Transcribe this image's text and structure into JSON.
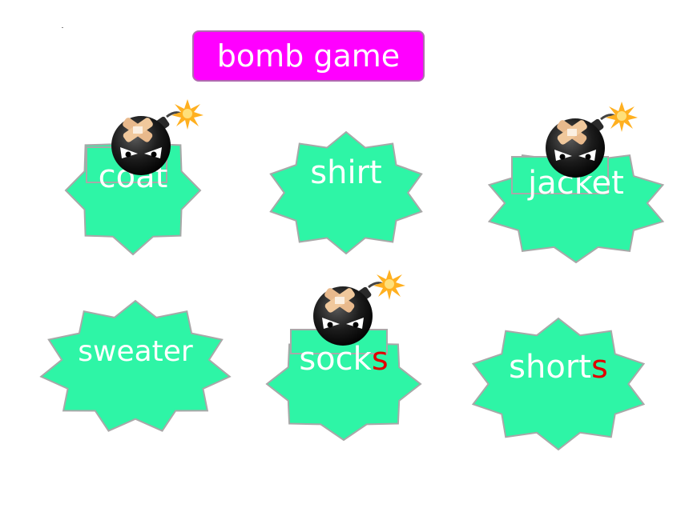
{
  "title": "bomb game",
  "colors": {
    "title_bg": "#ff00ff",
    "card_fill": "#2ef5a6",
    "card_stroke": "#a8a8a8",
    "suffix_red": "#e00000",
    "text": "#ffffff"
  },
  "cards": [
    {
      "word": "coat",
      "suffix": "",
      "has_bomb": true
    },
    {
      "word": "shirt",
      "suffix": "",
      "has_bomb": false
    },
    {
      "word": "jacket",
      "suffix": "",
      "has_bomb": true
    },
    {
      "word": "sweater",
      "suffix": "",
      "has_bomb": false
    },
    {
      "word": "sock",
      "suffix": "s",
      "has_bomb": true
    },
    {
      "word": "short",
      "suffix": "s",
      "has_bomb": false
    }
  ],
  "icons": {
    "bomb": "bomb-icon",
    "spark": "spark-icon"
  }
}
